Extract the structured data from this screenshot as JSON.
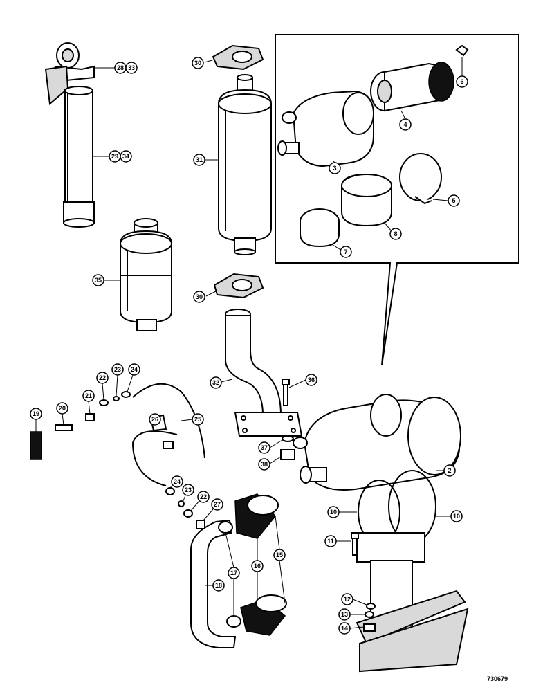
{
  "diagram": {
    "reference_number": "730679",
    "callouts": [
      {
        "id": "c30a",
        "text": "30"
      },
      {
        "id": "c28",
        "text": "28"
      },
      {
        "id": "c33",
        "text": "33"
      },
      {
        "id": "c29",
        "text": "29"
      },
      {
        "id": "c34",
        "text": "34"
      },
      {
        "id": "c31",
        "text": "31"
      },
      {
        "id": "c35",
        "text": "35"
      },
      {
        "id": "c30b",
        "text": "30"
      },
      {
        "id": "c3",
        "text": "3"
      },
      {
        "id": "c4",
        "text": "4"
      },
      {
        "id": "c6",
        "text": "6"
      },
      {
        "id": "c5",
        "text": "5"
      },
      {
        "id": "c7",
        "text": "7"
      },
      {
        "id": "c8",
        "text": "8"
      },
      {
        "id": "c32",
        "text": "32"
      },
      {
        "id": "c36",
        "text": "36"
      },
      {
        "id": "c37",
        "text": "37"
      },
      {
        "id": "c38",
        "text": "38"
      },
      {
        "id": "c2",
        "text": "2"
      },
      {
        "id": "c19",
        "text": "19"
      },
      {
        "id": "c20",
        "text": "20"
      },
      {
        "id": "c21",
        "text": "21"
      },
      {
        "id": "c22a",
        "text": "22"
      },
      {
        "id": "c23a",
        "text": "23"
      },
      {
        "id": "c24a",
        "text": "24"
      },
      {
        "id": "c26",
        "text": "26"
      },
      {
        "id": "c25",
        "text": "25"
      },
      {
        "id": "c24b",
        "text": "24"
      },
      {
        "id": "c23b",
        "text": "23"
      },
      {
        "id": "c22b",
        "text": "22"
      },
      {
        "id": "c27",
        "text": "27"
      },
      {
        "id": "c10a",
        "text": "10"
      },
      {
        "id": "c10b",
        "text": "10"
      },
      {
        "id": "c11",
        "text": "11"
      },
      {
        "id": "c18",
        "text": "18"
      },
      {
        "id": "c17",
        "text": "17"
      },
      {
        "id": "c16",
        "text": "16"
      },
      {
        "id": "c15",
        "text": "15"
      },
      {
        "id": "c12",
        "text": "12"
      },
      {
        "id": "c13",
        "text": "13"
      },
      {
        "id": "c14",
        "text": "14"
      }
    ]
  }
}
